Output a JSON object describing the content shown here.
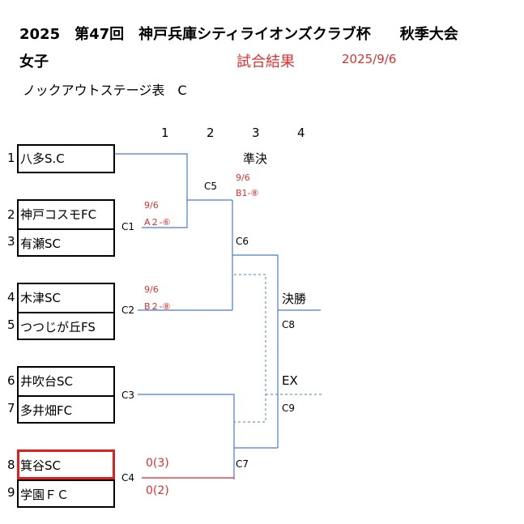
{
  "header": {
    "title": "2025　第47回　神戸兵庫シティライオンズクラブ杯　　秋季大会",
    "category": "女子",
    "result_label": "試合結果",
    "result_date": "2025/9/6",
    "subtitle": "ノックアウトステージ表　C"
  },
  "rounds": [
    "1",
    "2",
    "3",
    "4"
  ],
  "round_labels": {
    "semifinal": "準決",
    "final": "決勝",
    "extra": "EX"
  },
  "teams": [
    {
      "seed": "1",
      "name": "八多S.C"
    },
    {
      "seed": "2",
      "name": "神戸コスモFC"
    },
    {
      "seed": "3",
      "name": "有瀬SC"
    },
    {
      "seed": "4",
      "name": "木津SC"
    },
    {
      "seed": "5",
      "name": "つつじが丘FS"
    },
    {
      "seed": "6",
      "name": "井吹台SC"
    },
    {
      "seed": "7",
      "name": "多井畑FC"
    },
    {
      "seed": "8",
      "name": "箕谷SC"
    },
    {
      "seed": "9",
      "name": "学園ＦＣ"
    }
  ],
  "matches": {
    "c1": {
      "code": "C1",
      "date": "9/6",
      "venue": "A２-⑥"
    },
    "c2": {
      "code": "C2",
      "date": "9/6",
      "venue": "B２-⑧"
    },
    "c3": {
      "code": "C3"
    },
    "c4": {
      "code": "C4",
      "score_top": "0(3)",
      "score_bottom": "0(2)"
    },
    "c5": {
      "code": "C5",
      "date": "9/6",
      "venue": "B1-⑧"
    },
    "c6": {
      "code": "C6"
    },
    "c7": {
      "code": "C7"
    },
    "c8": {
      "code": "C8"
    },
    "c9": {
      "code": "C9"
    }
  },
  "colors": {
    "line": "#4a7cc8",
    "winner": "#e02020",
    "accent_text": "#e03030"
  }
}
